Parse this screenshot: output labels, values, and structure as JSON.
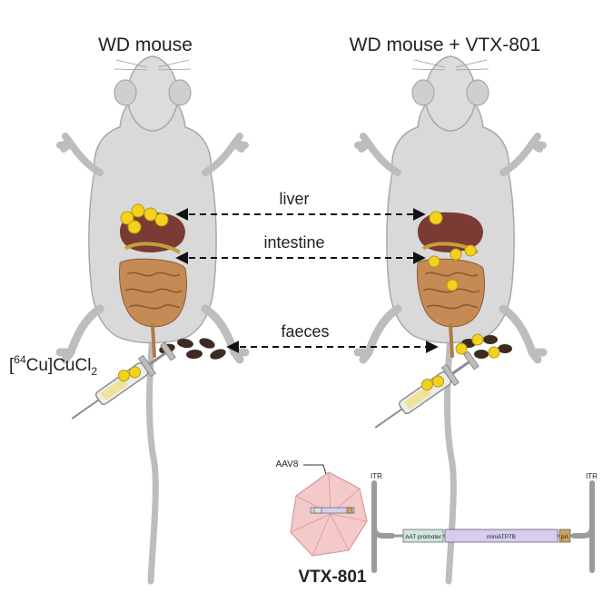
{
  "titles": {
    "left": "WD mouse",
    "right": "WD mouse + VTX-801"
  },
  "arrows": {
    "liver": "liver",
    "intestine": "intestine",
    "faeces": "faeces"
  },
  "tracer": {
    "bracket_open": "[",
    "isotope_mass": "64",
    "isotope_rest": "Cu]CuCl",
    "subscript": "2"
  },
  "vector": {
    "capsid_label": "AAV8",
    "itr_left": "ITR",
    "itr_right": "ITR",
    "promoter": "AAT promoter",
    "transgene": "miniATP7B",
    "polya": "pA",
    "name": "VTX-801"
  },
  "colors": {
    "mouse_body": "#d9d9d9",
    "mouse_outline": "#a8a8a8",
    "tail": "#bdbdbd",
    "liver": "#7a3b34",
    "intestine": "#c68a55",
    "intestine_dark": "#8c5a33",
    "tracer": "#f2d21e",
    "tracer_edge": "#b89a0a",
    "faeces": "#3d2b22",
    "capsid": "#f3c9c9",
    "promoter": "#cfe6dc",
    "transgene": "#d6cdf0",
    "polya": "#c9a45a"
  }
}
